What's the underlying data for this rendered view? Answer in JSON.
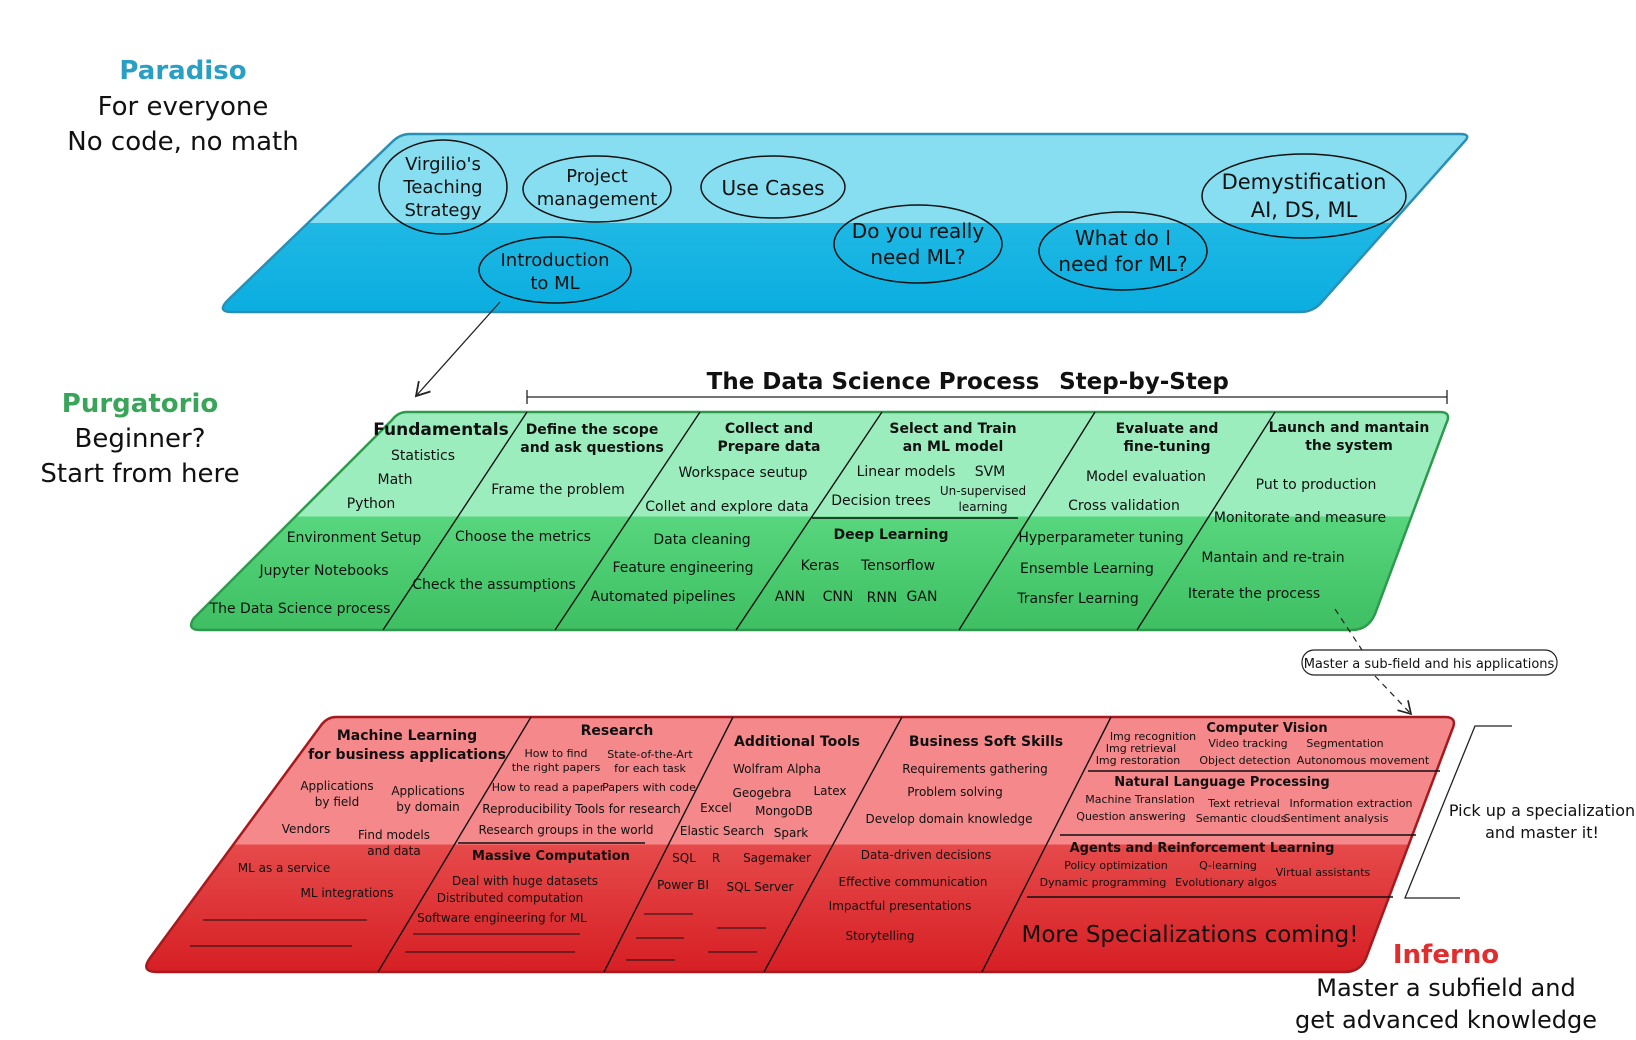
{
  "levels": {
    "paradiso": {
      "title": "Paradiso",
      "lines": [
        "For everyone",
        "No code, no math"
      ],
      "color": "#2a9fc4",
      "bubbles": [
        {
          "id": "teaching",
          "lines": [
            "Virgilio's",
            "Teaching",
            "Strategy"
          ]
        },
        {
          "id": "project",
          "lines": [
            "Project",
            "management"
          ]
        },
        {
          "id": "usecases",
          "lines": [
            "Use Cases"
          ]
        },
        {
          "id": "demyst",
          "lines": [
            "Demystification",
            "AI, DS, ML"
          ]
        },
        {
          "id": "intro",
          "lines": [
            "Introduction",
            "to ML"
          ]
        },
        {
          "id": "needml",
          "lines": [
            "Do you really",
            "need ML?"
          ]
        },
        {
          "id": "whatneed",
          "lines": [
            "What do I",
            "need for ML?"
          ]
        }
      ]
    },
    "purgatorio": {
      "title": "Purgatorio",
      "lines": [
        "Beginner?",
        "Start from here"
      ],
      "color": "#3aa55a",
      "process_title": [
        "The Data Science Process",
        "Step-by-Step"
      ],
      "fundamentals": {
        "heading": "Fundamentals",
        "items": [
          "Statistics",
          "Math",
          "Python",
          "Environment Setup",
          "Jupyter Notebooks",
          "The Data Science process"
        ]
      },
      "scope": {
        "heading": [
          "Define the scope",
          "and ask questions"
        ],
        "items": [
          "Frame the problem",
          "Choose the metrics",
          "Check the assumptions"
        ]
      },
      "collect": {
        "heading": [
          "Collect and",
          "Prepare data"
        ],
        "items": [
          "Workspace seutup",
          "Collet and explore data",
          "Data cleaning",
          "Feature engineering",
          "Automated pipelines"
        ]
      },
      "select": {
        "heading": [
          "Select and Train",
          "an ML model"
        ],
        "items": [
          "Linear models",
          "SVM",
          "Decision trees",
          "Un-supervised",
          "learning"
        ],
        "deep_heading": "Deep Learning",
        "deep_items": [
          "Keras",
          "Tensorflow",
          "ANN",
          "CNN",
          "RNN",
          "GAN"
        ]
      },
      "evaluate": {
        "heading": [
          "Evaluate and",
          "fine-tuning"
        ],
        "items": [
          "Model evaluation",
          "Cross validation",
          "Hyperparameter tuning",
          "Ensemble Learning",
          "Transfer Learning"
        ]
      },
      "launch": {
        "heading": [
          "Launch and mantain",
          "the system"
        ],
        "items": [
          "Put to production",
          "Monitorate and measure",
          "Mantain and re-train",
          "Iterate the process"
        ]
      },
      "callout": "Master a sub-field and his applications"
    },
    "inferno": {
      "title": "Inferno",
      "lines": [
        "Master a subfield and",
        "get advanced knowledge"
      ],
      "color": "#e02d2d",
      "ml_business": {
        "heading": [
          "Machine Learning",
          "for business applications"
        ],
        "items": [
          "Applications",
          "by field",
          "Applications",
          "by domain",
          "Vendors",
          "Find models",
          "and data",
          "ML as a service",
          "ML integrations"
        ]
      },
      "research": {
        "heading": "Research",
        "items": [
          "How to find",
          "the right papers",
          "State-of-the-Art",
          "for each task",
          "How to read a paper",
          "Papers with code",
          "Reproducibility",
          "Tools for research",
          "Research groups in the world"
        ]
      },
      "massive": {
        "heading": "Massive Computation",
        "items": [
          "Deal with huge datasets",
          "Distributed computation",
          "Software engineering for ML"
        ]
      },
      "tools": {
        "heading": "Additional Tools",
        "items": [
          "Wolfram Alpha",
          "Geogebra",
          "Latex",
          "Excel",
          "MongoDB",
          "Elastic Search",
          "Spark",
          "SQL",
          "R",
          "Sagemaker",
          "Power BI",
          "SQL  Server"
        ]
      },
      "soft": {
        "heading": "Business Soft Skills",
        "items": [
          "Requirements gathering",
          "Problem solving",
          "Develop domain knowledge",
          "Data-driven decisions",
          "Effective communication",
          "Impactful presentations",
          "Storytelling"
        ]
      },
      "cv": {
        "heading": "Computer Vision",
        "items": [
          "Img recognition",
          "Img retrieval",
          "Img restoration",
          "Video tracking",
          "Segmentation",
          "Object detection",
          "Autonomous movement"
        ]
      },
      "nlp": {
        "heading": "Natural Language Processing",
        "items": [
          "Machine Translation",
          "Question answering",
          "Text retrieval",
          "Information extraction",
          "Semantic clouds",
          "Sentiment analysis"
        ]
      },
      "rl": {
        "heading": "Agents and Reinforcement Learning",
        "items": [
          "Policy optimization",
          "Dynamic programming",
          "Q-learning",
          "Evolutionary algos",
          "Virtual assistants"
        ]
      },
      "more": "More Specializations coming!",
      "pickup": [
        "Pick up a specialization",
        "and master it!"
      ]
    }
  }
}
